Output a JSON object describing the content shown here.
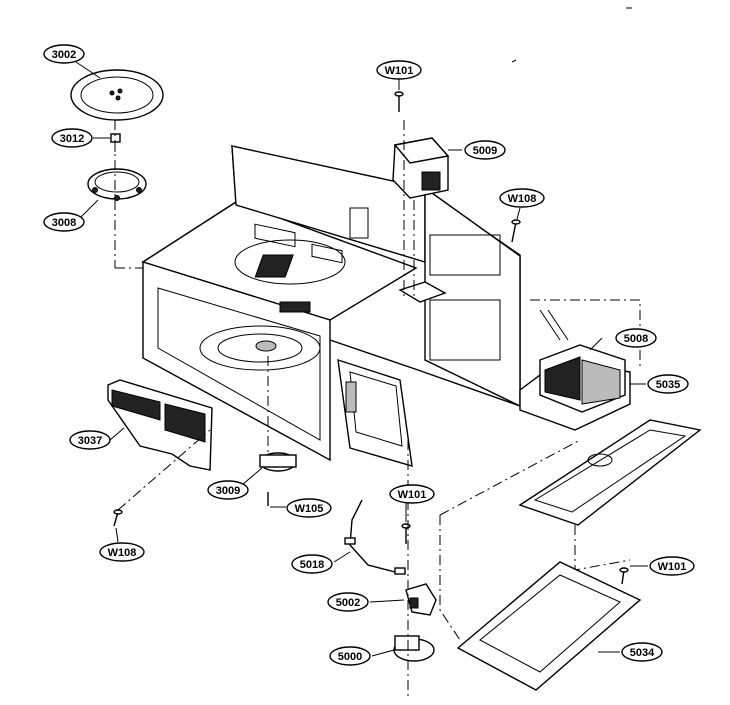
{
  "labels": {
    "l3002": "3002",
    "l3012": "3012",
    "l3008": "3008",
    "lW101_top": "W101",
    "l5009": "5009",
    "lW108_right": "W108",
    "l5008": "5008",
    "l5035": "5035",
    "l3037": "3037",
    "l3009": "3009",
    "lW105": "W105",
    "lW108_left": "W108",
    "lW101_mid": "W101",
    "l5018": "5018",
    "l5002": "5002",
    "l5000": "5000",
    "lW101_right": "W101",
    "l5034": "5034"
  }
}
